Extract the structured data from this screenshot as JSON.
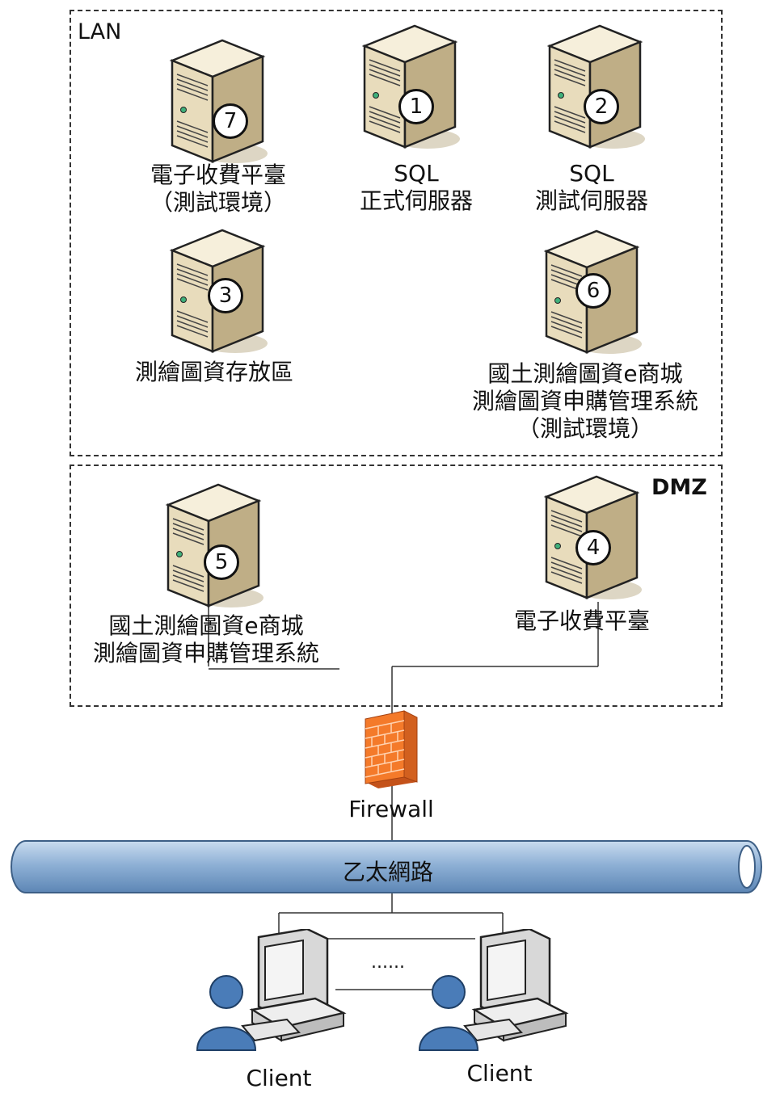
{
  "zones": {
    "lan_label": "LAN",
    "dmz_label": "DMZ"
  },
  "servers": [
    {
      "number": "7",
      "label_lines": [
        "電子收費平臺",
        "（測試環境）"
      ]
    },
    {
      "number": "1",
      "label_lines": [
        "SQL",
        "正式伺服器"
      ]
    },
    {
      "number": "2",
      "label_lines": [
        "SQL",
        "測試伺服器"
      ]
    },
    {
      "number": "3",
      "label_lines": [
        "測繪圖資存放區"
      ]
    },
    {
      "number": "6",
      "label_lines": [
        "國土測繪圖資e商城",
        "測繪圖資申購管理系統",
        "（測試環境）"
      ]
    },
    {
      "number": "5",
      "label_lines": [
        "國土測繪圖資e商城",
        "測繪圖資申購管理系統"
      ]
    },
    {
      "number": "4",
      "label_lines": [
        "電子收費平臺"
      ]
    }
  ],
  "firewall_label": "Firewall",
  "network_label": "乙太網路",
  "clients": [
    {
      "label": "Client"
    },
    {
      "label": "Client"
    }
  ],
  "ellipsis": "......",
  "colors": {
    "server_body": "#e8dcbc",
    "firewall": "#f47a2a",
    "bus": "#8fb1d6",
    "person": "#4a7cb8"
  }
}
